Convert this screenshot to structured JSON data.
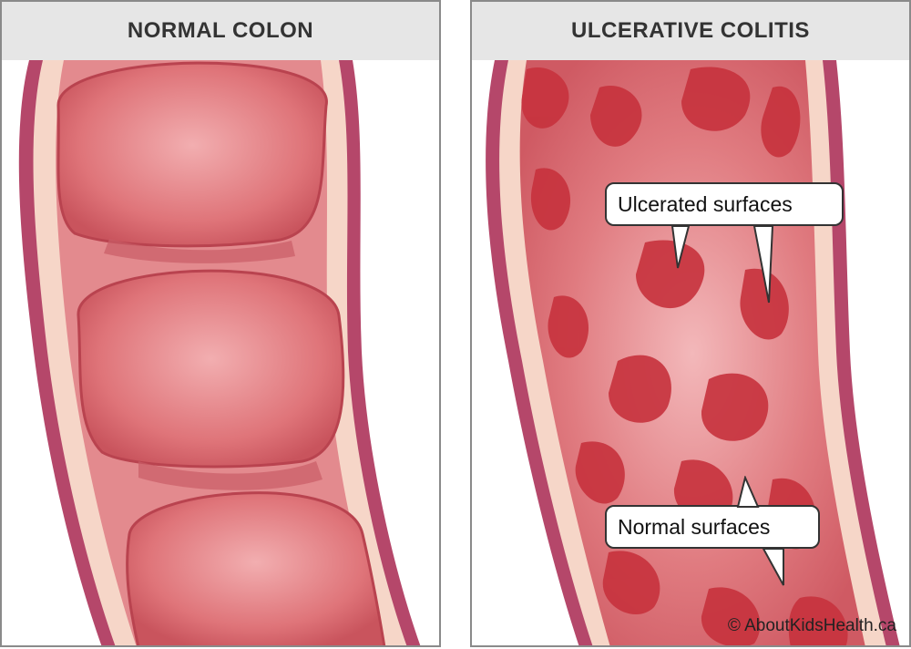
{
  "panels": {
    "normal": {
      "title": "NORMAL COLON"
    },
    "ulcerative": {
      "title": "ULCERATIVE COLITIS"
    }
  },
  "callouts": {
    "ulcerated": "Ulcerated surfaces",
    "normal": "Normal surfaces"
  },
  "copyright": "© AboutKidsHealth.ca",
  "colors": {
    "outer_wall": "#b5476a",
    "mucosa_layer": "#f6d6c8",
    "lumen": "#d9666f",
    "lumen_highlight": "#f0a7aa",
    "ulcer": "#c7323d",
    "header_bg": "#e6e6e6"
  }
}
